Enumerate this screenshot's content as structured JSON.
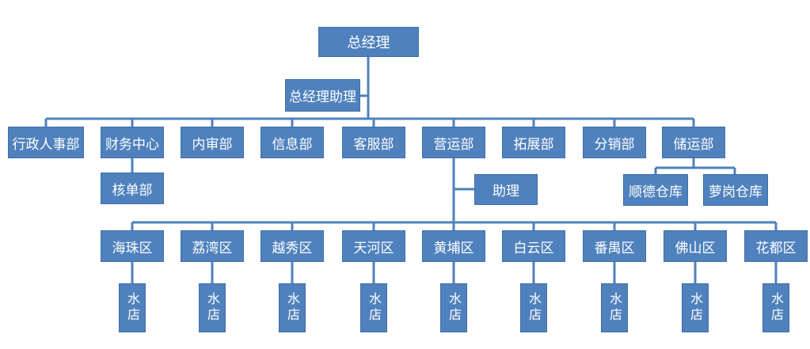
{
  "ceo": "总经理",
  "ceo_assistant": "总经理助理",
  "departments": [
    "行政人事部",
    "财务中心",
    "内审部",
    "信息部",
    "客服部",
    "营运部",
    "拓展部",
    "分销部",
    "储运部"
  ],
  "finance_sub": "核单部",
  "operations_assistant": "助理",
  "warehouses": [
    "顺德仓库",
    "萝岗仓库"
  ],
  "districts": [
    "海珠区",
    "荔湾区",
    "越秀区",
    "天河区",
    "黄埔区",
    "白云区",
    "番禺区",
    "佛山区",
    "花都区"
  ],
  "store_label": "水店",
  "colors": {
    "box_fill": "#4f81bd",
    "box_text": "#ffffff",
    "connector": "#4f81bd"
  }
}
